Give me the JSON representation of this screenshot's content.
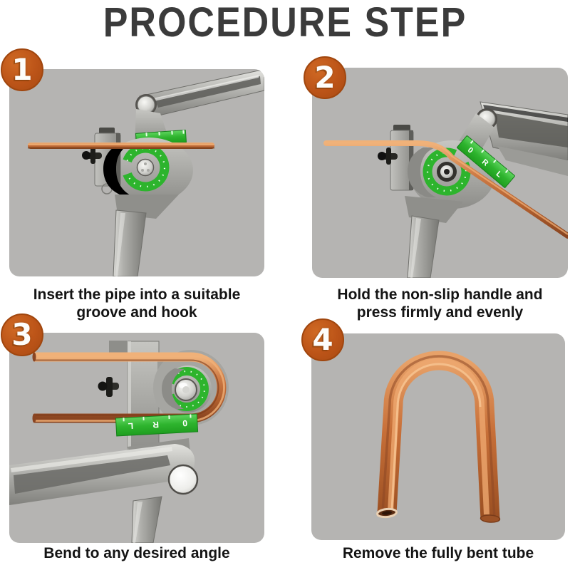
{
  "title": "PROCEDURE STEP",
  "steps": [
    {
      "number": "1",
      "caption_lines": [
        "Insert the pipe into a suitable",
        "groove and hook"
      ],
      "photo": "tube bender with straight copper pipe clamped horizontally"
    },
    {
      "number": "2",
      "caption_lines": [
        "Hold the non-slip handle and",
        "press firmly and evenly"
      ],
      "photo": "tube bender with handle raised, pipe bent about 45 degrees"
    },
    {
      "number": "3",
      "caption_lines": [
        "Bend to any desired angle"
      ],
      "photo": "close-up of bender with pipe bent 180 degrees around the green scale drum"
    },
    {
      "number": "4",
      "caption_lines": [
        "Remove the fully bent tube"
      ],
      "photo": "finished U-shaped copper tube on gray background"
    }
  ],
  "bender_scale": {
    "letters": [
      "0",
      "R",
      "L"
    ]
  },
  "colors": {
    "background": "#ffffff",
    "panel_gray": "#b5b4b2",
    "badge_orange": "#bc5418",
    "scale_green": "#2db42d",
    "copper": "#c4713f",
    "metal_gray": "#a8a8a4",
    "title_text": "#3b3b3b",
    "caption_text": "#141414"
  }
}
